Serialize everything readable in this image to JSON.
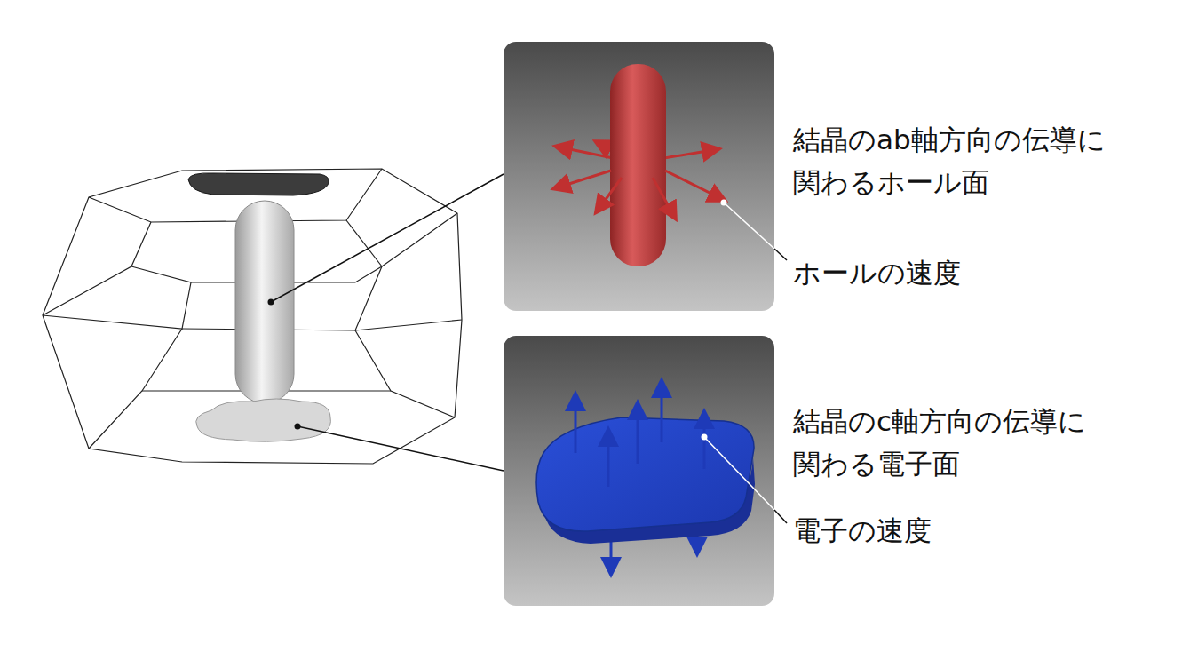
{
  "diagram": {
    "labels": [
      "結晶のab軸方向の伝導に 関わるホール面",
      "ホールの速度",
      "結晶のc軸方向の伝導に 関わる電子面",
      "電子の速度"
    ]
  }
}
